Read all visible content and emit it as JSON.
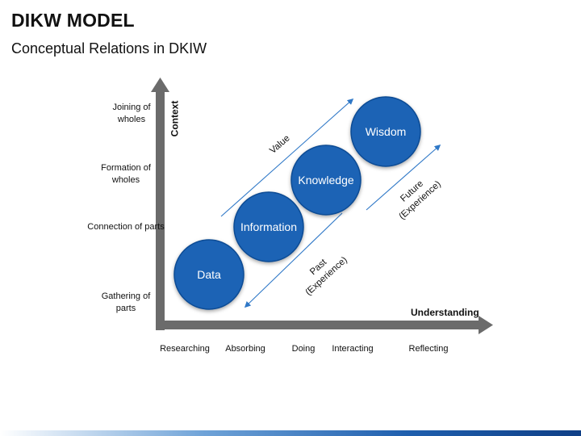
{
  "title": "DIKW MODEL",
  "subtitle": "Conceptual Relations in DKIW",
  "y_axis": {
    "title": "Context",
    "levels": [
      "Joining of wholes",
      "Formation of wholes",
      "Connection of parts",
      "Gathering of parts"
    ]
  },
  "x_axis": {
    "title": "Understanding",
    "stages": [
      "Researching",
      "Absorbing",
      "Doing",
      "Interacting",
      "Reflecting"
    ]
  },
  "nodes": [
    "Data",
    "Information",
    "Knowledge",
    "Wisdom"
  ],
  "arrow_labels": {
    "value": "Value",
    "past": "Past (Experience)",
    "future": "Future (Experience)"
  },
  "colors": {
    "node_fill": "#1a63b5",
    "node_stroke": "#0e4c94",
    "axis": "#6b6b6b",
    "guide_arrow": "#2f78c7"
  }
}
